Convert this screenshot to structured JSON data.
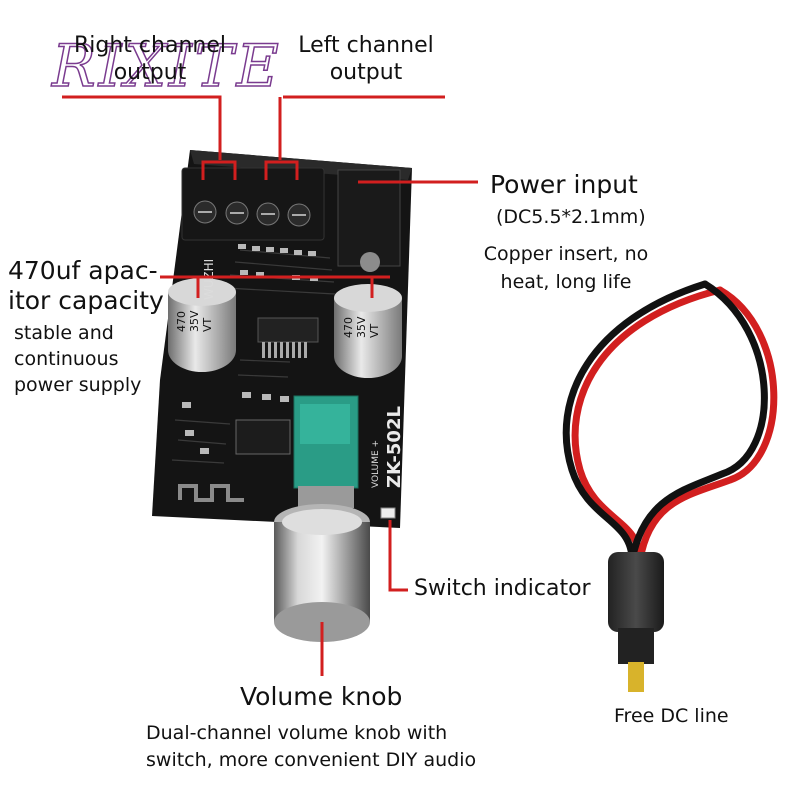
{
  "watermark": "RIXITE",
  "labels": {
    "right_channel": [
      "Right channel",
      "output"
    ],
    "left_channel": [
      "Left channel",
      "output"
    ],
    "power_input": {
      "title": "Power input",
      "spec": "(DC5.5*2.1mm)",
      "desc": [
        "Copper insert, no",
        "heat, long life"
      ]
    },
    "capacitor": {
      "title": [
        "470uf apac-",
        "itor capacity"
      ],
      "desc": [
        "stable and",
        "continuous",
        "power supply"
      ]
    },
    "switch_indicator": "Switch indicator",
    "volume_knob": {
      "title": "Volume knob",
      "desc": [
        "Dual-channel volume knob with",
        "switch, more convenient DIY audio"
      ]
    },
    "dc_line": "Free DC line"
  },
  "board": {
    "model": "ZK-502L",
    "volume_text": "VOLUME +",
    "cap_rating": [
      "470",
      "35V",
      "VT"
    ],
    "brand": "WUZHI"
  },
  "colors": {
    "callout_line": "#d21f1f",
    "board": "#141414",
    "knob": "#2a9c86"
  }
}
